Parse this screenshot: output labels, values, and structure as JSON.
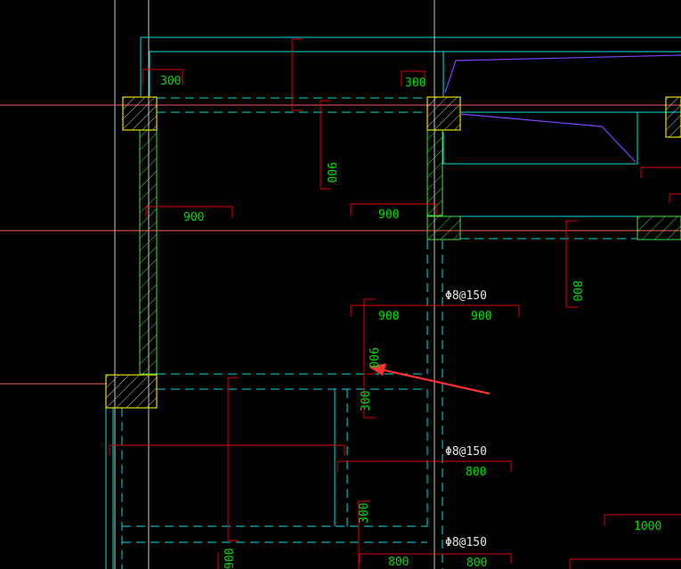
{
  "drawing": {
    "dimensions": {
      "d_top_left_300": "300",
      "d_top_mid_300": "300",
      "d_vert_900_top": "900",
      "d_left_900": "900",
      "d_mid_900": "900",
      "d_right_800": "800",
      "d_center_900_a": "900",
      "d_center_900_b": "900",
      "d_vert_900_mid": "900",
      "d_vert_300_mid": "300",
      "d_low_800": "800",
      "d_vert_300_low": "300",
      "d_right_1000": "1000",
      "d_bottom_800_a": "800",
      "d_bottom_800_b": "800",
      "d_bottom_vert_900": "900"
    },
    "rebar_labels": {
      "r1": "Φ8@150",
      "r2": "Φ8@150",
      "r3": "Φ8@150"
    },
    "colors": {
      "background": "#000000",
      "axis_line": "#f06060",
      "grid_line": "#c8c8c8",
      "slab_edge": "#00e0e0",
      "column": "#e0e000",
      "wall_hatch": "#40e040",
      "dimension_text": "#00e000",
      "dimension_line": "#e00000",
      "rebar_text": "#e8e8e8",
      "annotation_arrow": "#ff3030",
      "purple_line": "#8040ff"
    }
  }
}
